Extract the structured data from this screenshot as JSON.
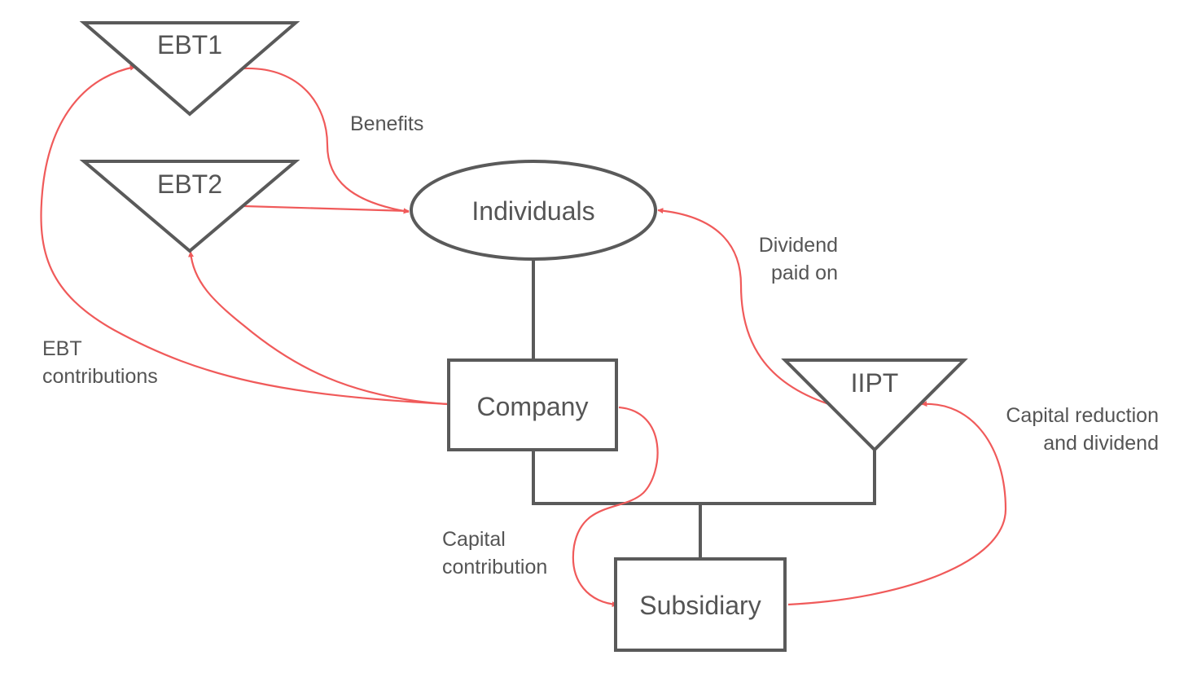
{
  "nodes": {
    "ebt1": "EBT1",
    "ebt2": "EBT2",
    "individuals": "Individuals",
    "company": "Company",
    "iipt": "IIPT",
    "subsidiary": "Subsidiary"
  },
  "flows": {
    "benefits": "Benefits",
    "dividend_line1": "Dividend",
    "dividend_line2": "paid on",
    "ebt_contributions_line1": "EBT",
    "ebt_contributions_line2": "contributions",
    "capital_contribution_line1": "Capital",
    "capital_contribution_line2": "contribution",
    "capital_reduction_line1": "Capital reduction",
    "capital_reduction_line2": "and dividend"
  },
  "colors": {
    "shape_stroke": "#5a5a5a",
    "flow_arrow": "#f05a5a",
    "text": "#555555"
  }
}
